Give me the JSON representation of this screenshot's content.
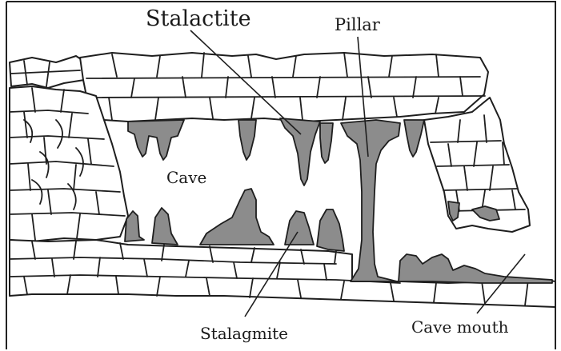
{
  "labels": {
    "stalactite": "Stalactite",
    "pillar": "Pillar",
    "cave": "Cave",
    "stalagmite": "Stalagmite",
    "cave_mouth": "Cave mouth"
  },
  "colors": {
    "rock_fill": "#ffffff",
    "formation_fill": "#8c8c8c",
    "outline": "#1e1e1e",
    "frame": "#222222"
  }
}
